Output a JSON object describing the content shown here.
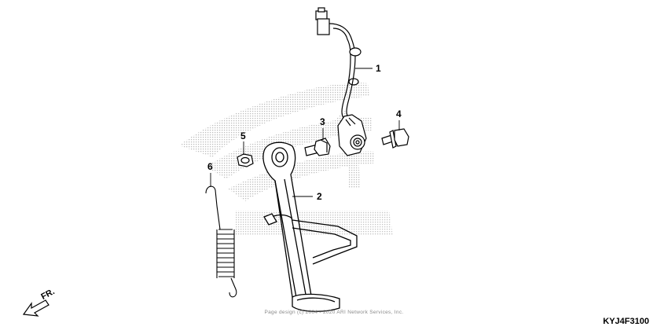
{
  "diagram": {
    "code": "KYJ4F3100",
    "front_label": "FR.",
    "copyright": "Page design (c) 2004 - 2020 ARI Network Services, Inc."
  },
  "parts": [
    {
      "ref": "1"
    },
    {
      "ref": "2"
    },
    {
      "ref": "3"
    },
    {
      "ref": "4"
    },
    {
      "ref": "5"
    },
    {
      "ref": "6"
    }
  ],
  "icons": {
    "watermark": "brand-wing-watermark-icon",
    "front_arrow": "front-direction-arrow-icon"
  },
  "colors": {
    "line": "#000000",
    "watermark": "#c8c8c8",
    "background": "#ffffff"
  }
}
